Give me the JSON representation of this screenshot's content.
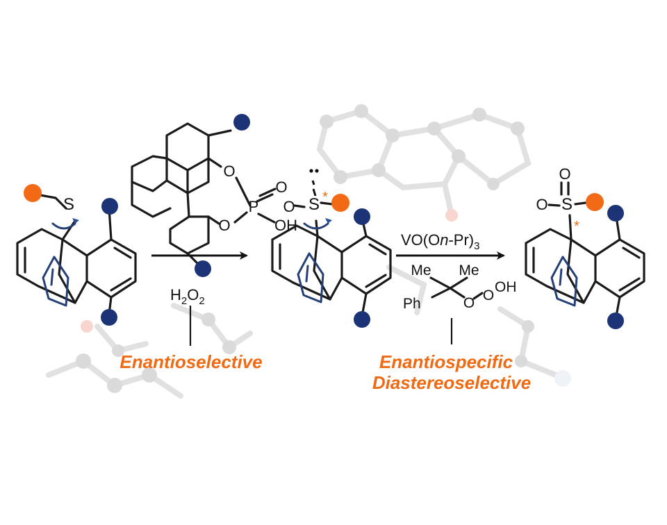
{
  "colors": {
    "substituent_orange": "#f26a16",
    "substituent_navy": "#1c3475",
    "label_orange": "#ef6a12",
    "rotation_arrow_blue": "#2b4f96",
    "background_model_gray": "#c9c9c9"
  },
  "atoms": {
    "S": "S",
    "O": "O",
    "P": "P",
    "OH": "OH",
    "OOH": "OH",
    "Me1": "Me",
    "Me2": "Me",
    "Ph": "Ph",
    "stereo_star": "*"
  },
  "reagents": {
    "oxidant_step1_main": "H",
    "oxidant_step1_sub1": "2",
    "oxidant_step1_o": "O",
    "oxidant_step1_sub2": "2",
    "catalyst_step2_main": "VO(O",
    "catalyst_step2_italic": "n",
    "catalyst_step2_tail": "-Pr)",
    "catalyst_step2_sub": "3"
  },
  "labels": {
    "step1": "Enantioselective",
    "step2_line1": "Enantiospecific",
    "step2_line2": "Diastereoselective"
  },
  "icons": {
    "rotation": "rotation-arrow-icon",
    "substituent": "substituent-sphere-icon"
  }
}
